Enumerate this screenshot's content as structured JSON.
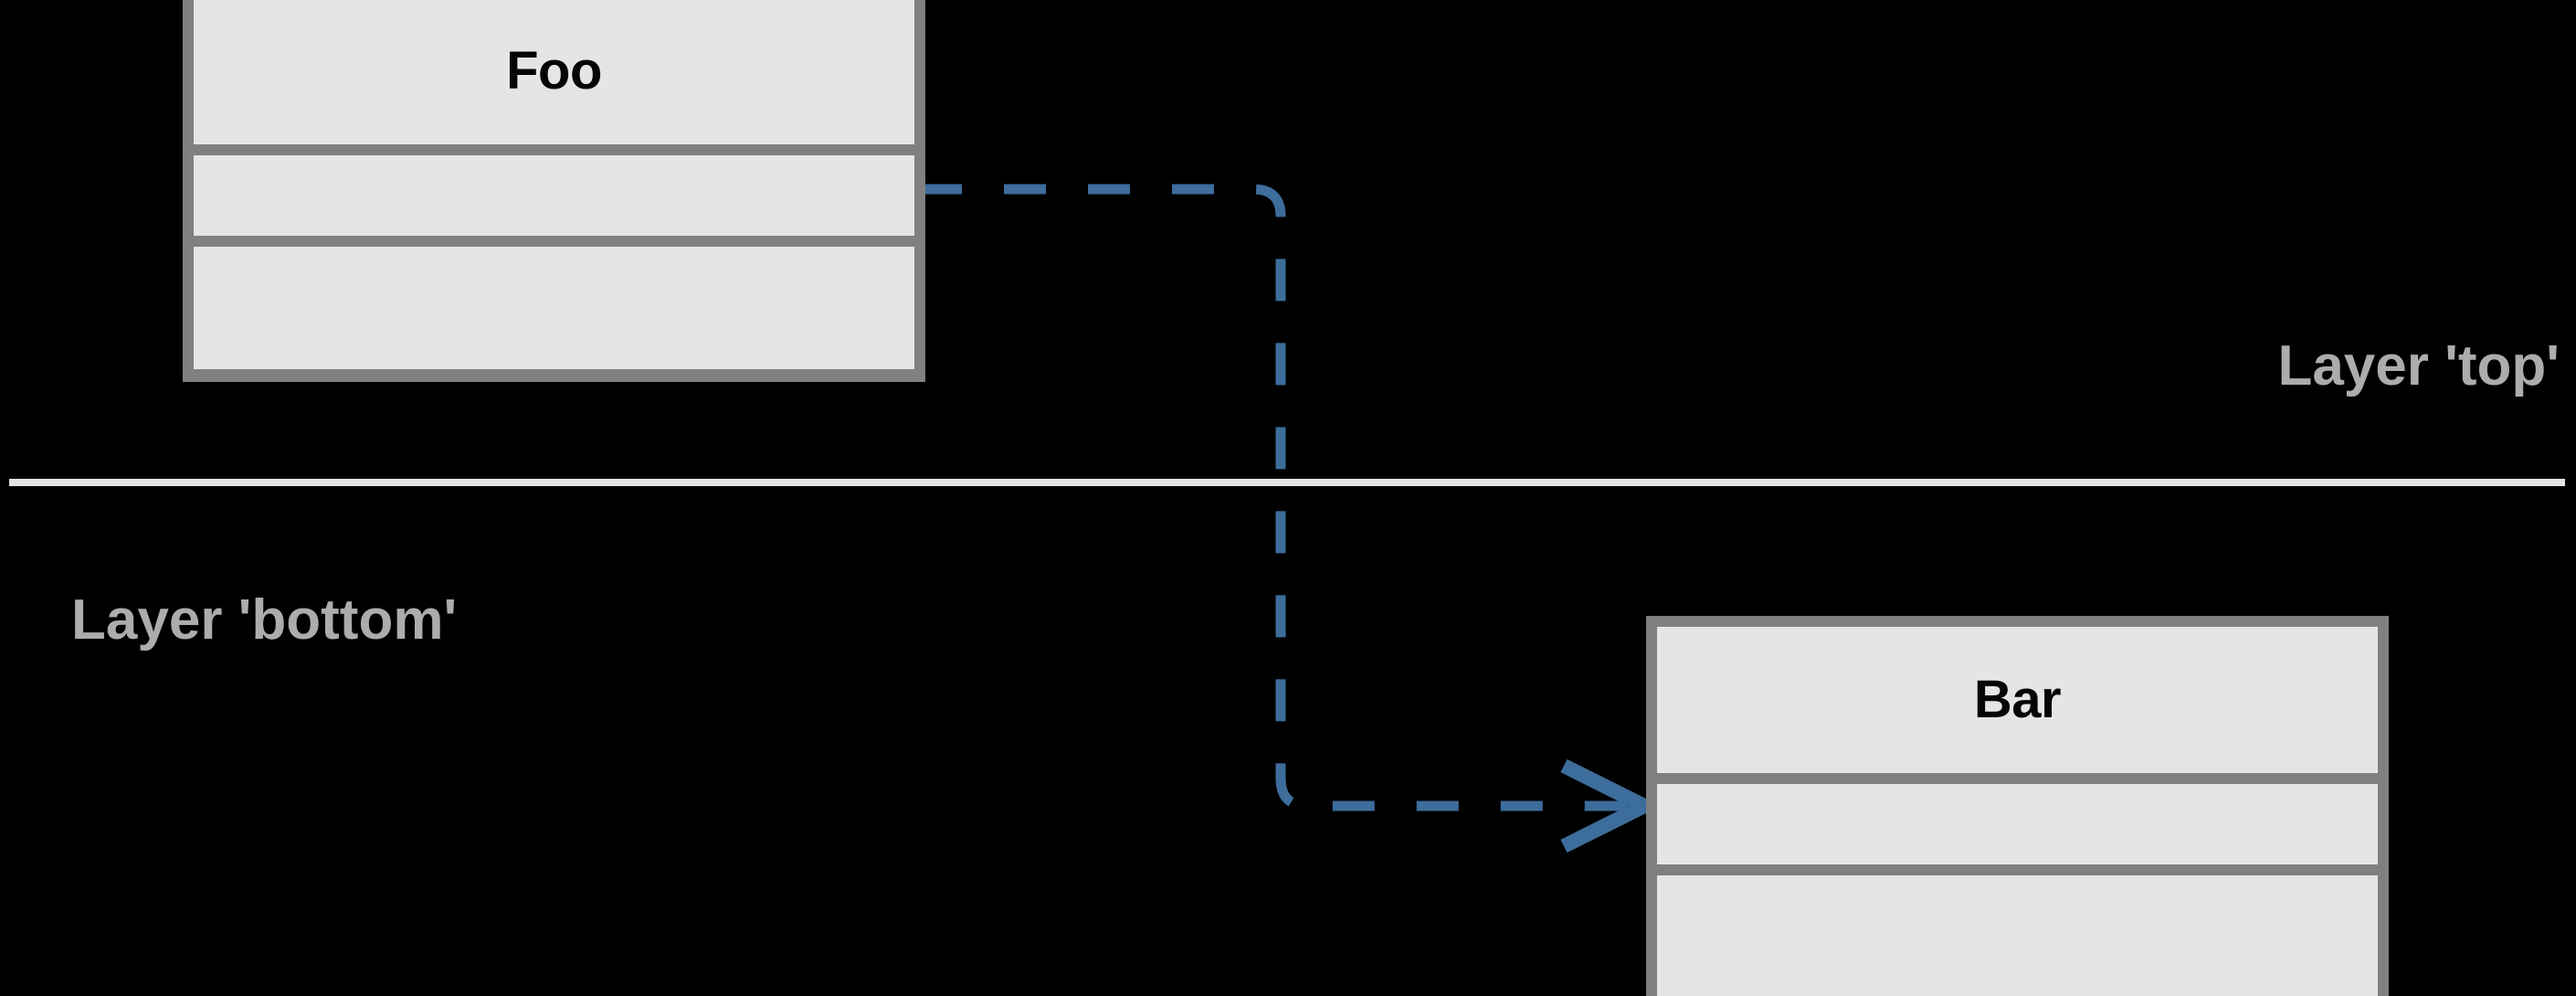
{
  "diagram": {
    "type": "uml-class-diagram",
    "background_color": "#000000",
    "classes": [
      {
        "id": "foo",
        "name": "Foo",
        "layer": "top",
        "compartments": [
          "Foo",
          "",
          ""
        ],
        "fill_color": "#e5e5e5",
        "border_color": "#808080",
        "text_color": "#050505"
      },
      {
        "id": "bar",
        "name": "Bar",
        "layer": "bottom",
        "compartments": [
          "Bar",
          "",
          ""
        ],
        "fill_color": "#e5e5e5",
        "border_color": "#808080",
        "text_color": "#050505"
      }
    ],
    "layers": [
      {
        "id": "top",
        "label": "Layer 'top'",
        "label_color": "#acacac"
      },
      {
        "id": "bottom",
        "label": "Layer 'bottom'",
        "label_color": "#acacac"
      }
    ],
    "separator": {
      "color": "#e4e4e4",
      "orientation": "horizontal"
    },
    "connectors": [
      {
        "id": "foo-to-bar",
        "from": "Foo",
        "to": "Bar",
        "style": "dashed",
        "arrow": "open",
        "color": "#3d6d9b",
        "routing": "orthogonal-rounded",
        "crosses_layers": true
      }
    ]
  }
}
